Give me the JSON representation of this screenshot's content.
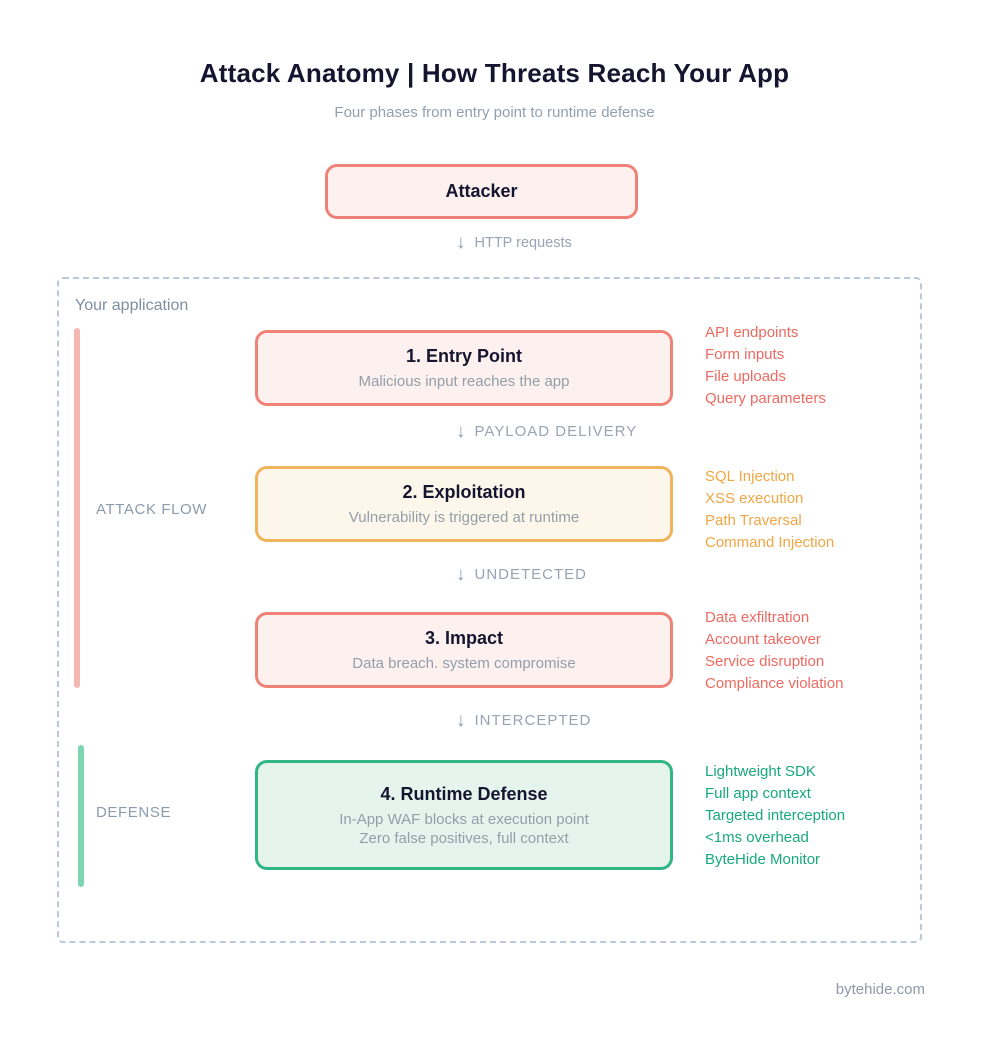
{
  "header": {
    "title": "Attack Anatomy | How Threats Reach Your App",
    "subtitle": "Four phases from entry point to runtime defense"
  },
  "attacker": {
    "label": "Attacker",
    "flow_arrow": "↓",
    "flow_label": "HTTP requests"
  },
  "application": {
    "label": "Your application",
    "attack_flow_label": "ATTACK FLOW",
    "defense_label": "DEFENSE",
    "phases": [
      {
        "title": "1. Entry Point",
        "description": "Malicious input reaches the app",
        "side_items": [
          "API endpoints",
          "Form inputs",
          "File uploads",
          "Query parameters"
        ],
        "transition_arrow": "↓",
        "transition": "PAYLOAD DELIVERY"
      },
      {
        "title": "2. Exploitation",
        "description": "Vulnerability is triggered at runtime",
        "side_items": [
          "SQL Injection",
          "XSS execution",
          "Path Traversal",
          "Command Injection"
        ],
        "transition_arrow": "↓",
        "transition": "UNDETECTED"
      },
      {
        "title": "3. Impact",
        "description": "Data breach. system compromise",
        "side_items": [
          "Data exfiltration",
          "Account takeover",
          "Service disruption",
          "Compliance violation"
        ],
        "transition_arrow": "↓",
        "transition": "INTERCEPTED"
      },
      {
        "title": "4. Runtime Defense",
        "description_line1": "In-App WAF blocks at execution point",
        "description_line2": "Zero false positives, full context",
        "side_items": [
          "Lightweight SDK",
          "Full app context",
          "Targeted interception",
          "<1ms overhead",
          "ByteHide Monitor"
        ]
      }
    ]
  },
  "footer": {
    "brand": "bytehide.com"
  },
  "colors": {
    "accent_red": "#ed6a61",
    "accent_orange": "#f0a644",
    "accent_green": "#17a97b",
    "box_red_border": "#ee8277",
    "box_red_fill": "#fdf1f0",
    "box_orange_border": "#f2b45a",
    "box_orange_fill": "#fdf7eb",
    "box_green_border": "#30b584",
    "box_green_fill": "#e5f5ee",
    "dashed_border": "#bac8dc",
    "attack_bar": "#f4b7b2",
    "defense_bar": "#7dd5b1",
    "heading_text": "#15152f",
    "muted_text": "#93a0b0"
  }
}
